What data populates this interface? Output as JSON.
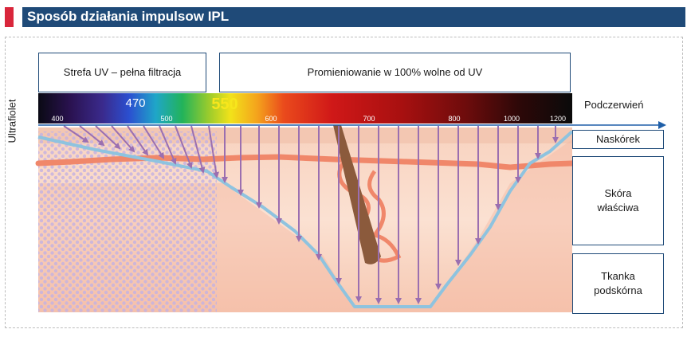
{
  "header": {
    "title": "Sposób działania impulsow IPL"
  },
  "labels": {
    "uv_zone": "Strefa UV – pełna filtracja",
    "uv_free": "Promieniowanie w 100% wolne od UV",
    "ultraviolet": "Ultrafiolet",
    "infrared": "Podczerwień",
    "epidermis": "Naskórek",
    "dermis": "Skóra\nwłaściwa",
    "subcutis": "Tkanka\npodskórna"
  },
  "spectrum": {
    "ticks": [
      "400",
      "500",
      "600",
      "700",
      "800",
      "1000",
      "1200"
    ],
    "highlight_blue": "470",
    "highlight_yellow": "550"
  },
  "colors": {
    "title_band": "#1f4a78",
    "title_accent": "#d9263b",
    "arrow": "#9b6fb0",
    "skin_line": "#8ec3df",
    "vessel": "#f0876a",
    "hair": "#8b5a3c"
  }
}
